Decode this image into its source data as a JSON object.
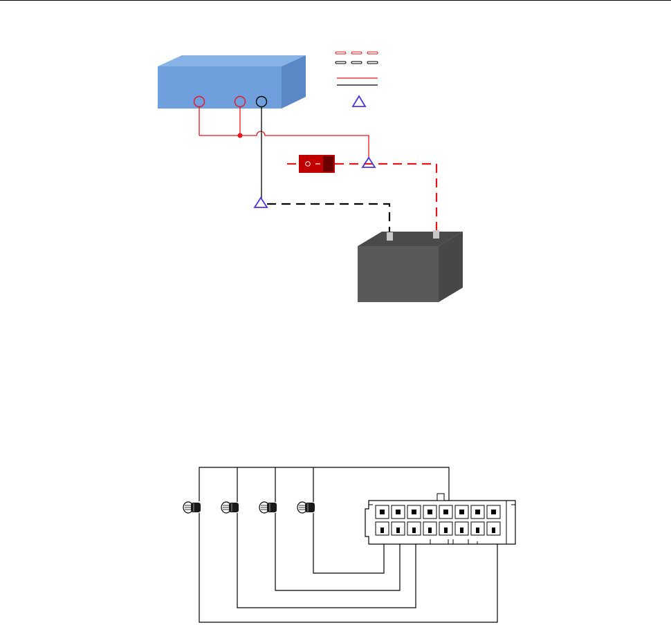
{
  "colors": {
    "device_front": "#6f9fdc",
    "device_top": "#86b2e6",
    "device_side": "#5a88c6",
    "battery_front": "#595959",
    "battery_top": "#4a4a4a",
    "battery_side": "#474747",
    "positive_wire": "#e8141b",
    "ground_wire": "#000000",
    "ground_symbol": "#4b33e0",
    "switch_body": "#c00000",
    "switch_rocker": "#6a0000",
    "terminal": "#c8c8c8"
  },
  "legend": {
    "items": [
      {
        "kind": "dashed",
        "color": "#e8141b"
      },
      {
        "kind": "dashed",
        "color": "#000000"
      },
      {
        "kind": "solid",
        "color": "#e8141b"
      },
      {
        "kind": "solid",
        "color": "#000000"
      },
      {
        "kind": "ground-symbol",
        "color": "#4b33e0"
      }
    ]
  },
  "device": {
    "ports": [
      {
        "name": "port-positive-1",
        "color": "#e8141b"
      },
      {
        "name": "port-positive-2",
        "color": "#e8141b"
      },
      {
        "name": "port-ground",
        "color": "#000000"
      }
    ]
  },
  "connector": {
    "columns": 8,
    "rows": 2
  },
  "cable_plugs": {
    "count": 4
  }
}
